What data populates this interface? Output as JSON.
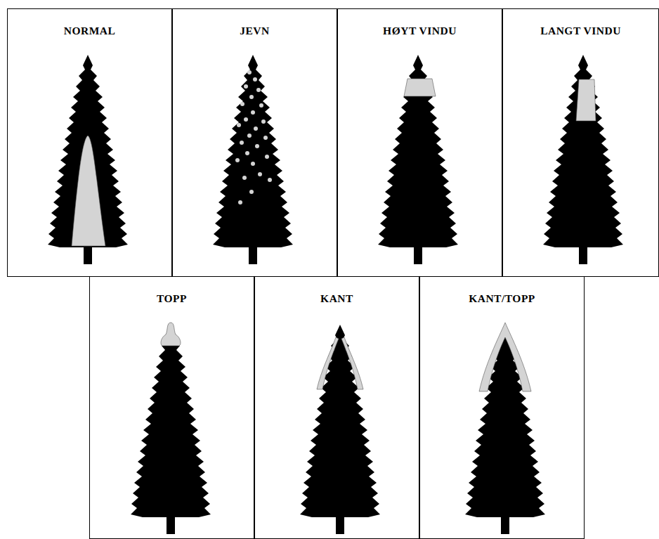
{
  "diagram": {
    "nodes": [
      {
        "text": [
          "NORMAL"
        ]
      },
      {
        "text": [
          "JEVN"
        ]
      },
      {
        "text": [
          "HØYT VINDU"
        ]
      },
      {
        "text": [
          "LANGT VINDU"
        ]
      },
      {
        "text": [
          "TOPP"
        ]
      },
      {
        "text": [
          "KANT"
        ]
      },
      {
        "text": [
          "KANT/TOPP"
        ]
      }
    ]
  }
}
